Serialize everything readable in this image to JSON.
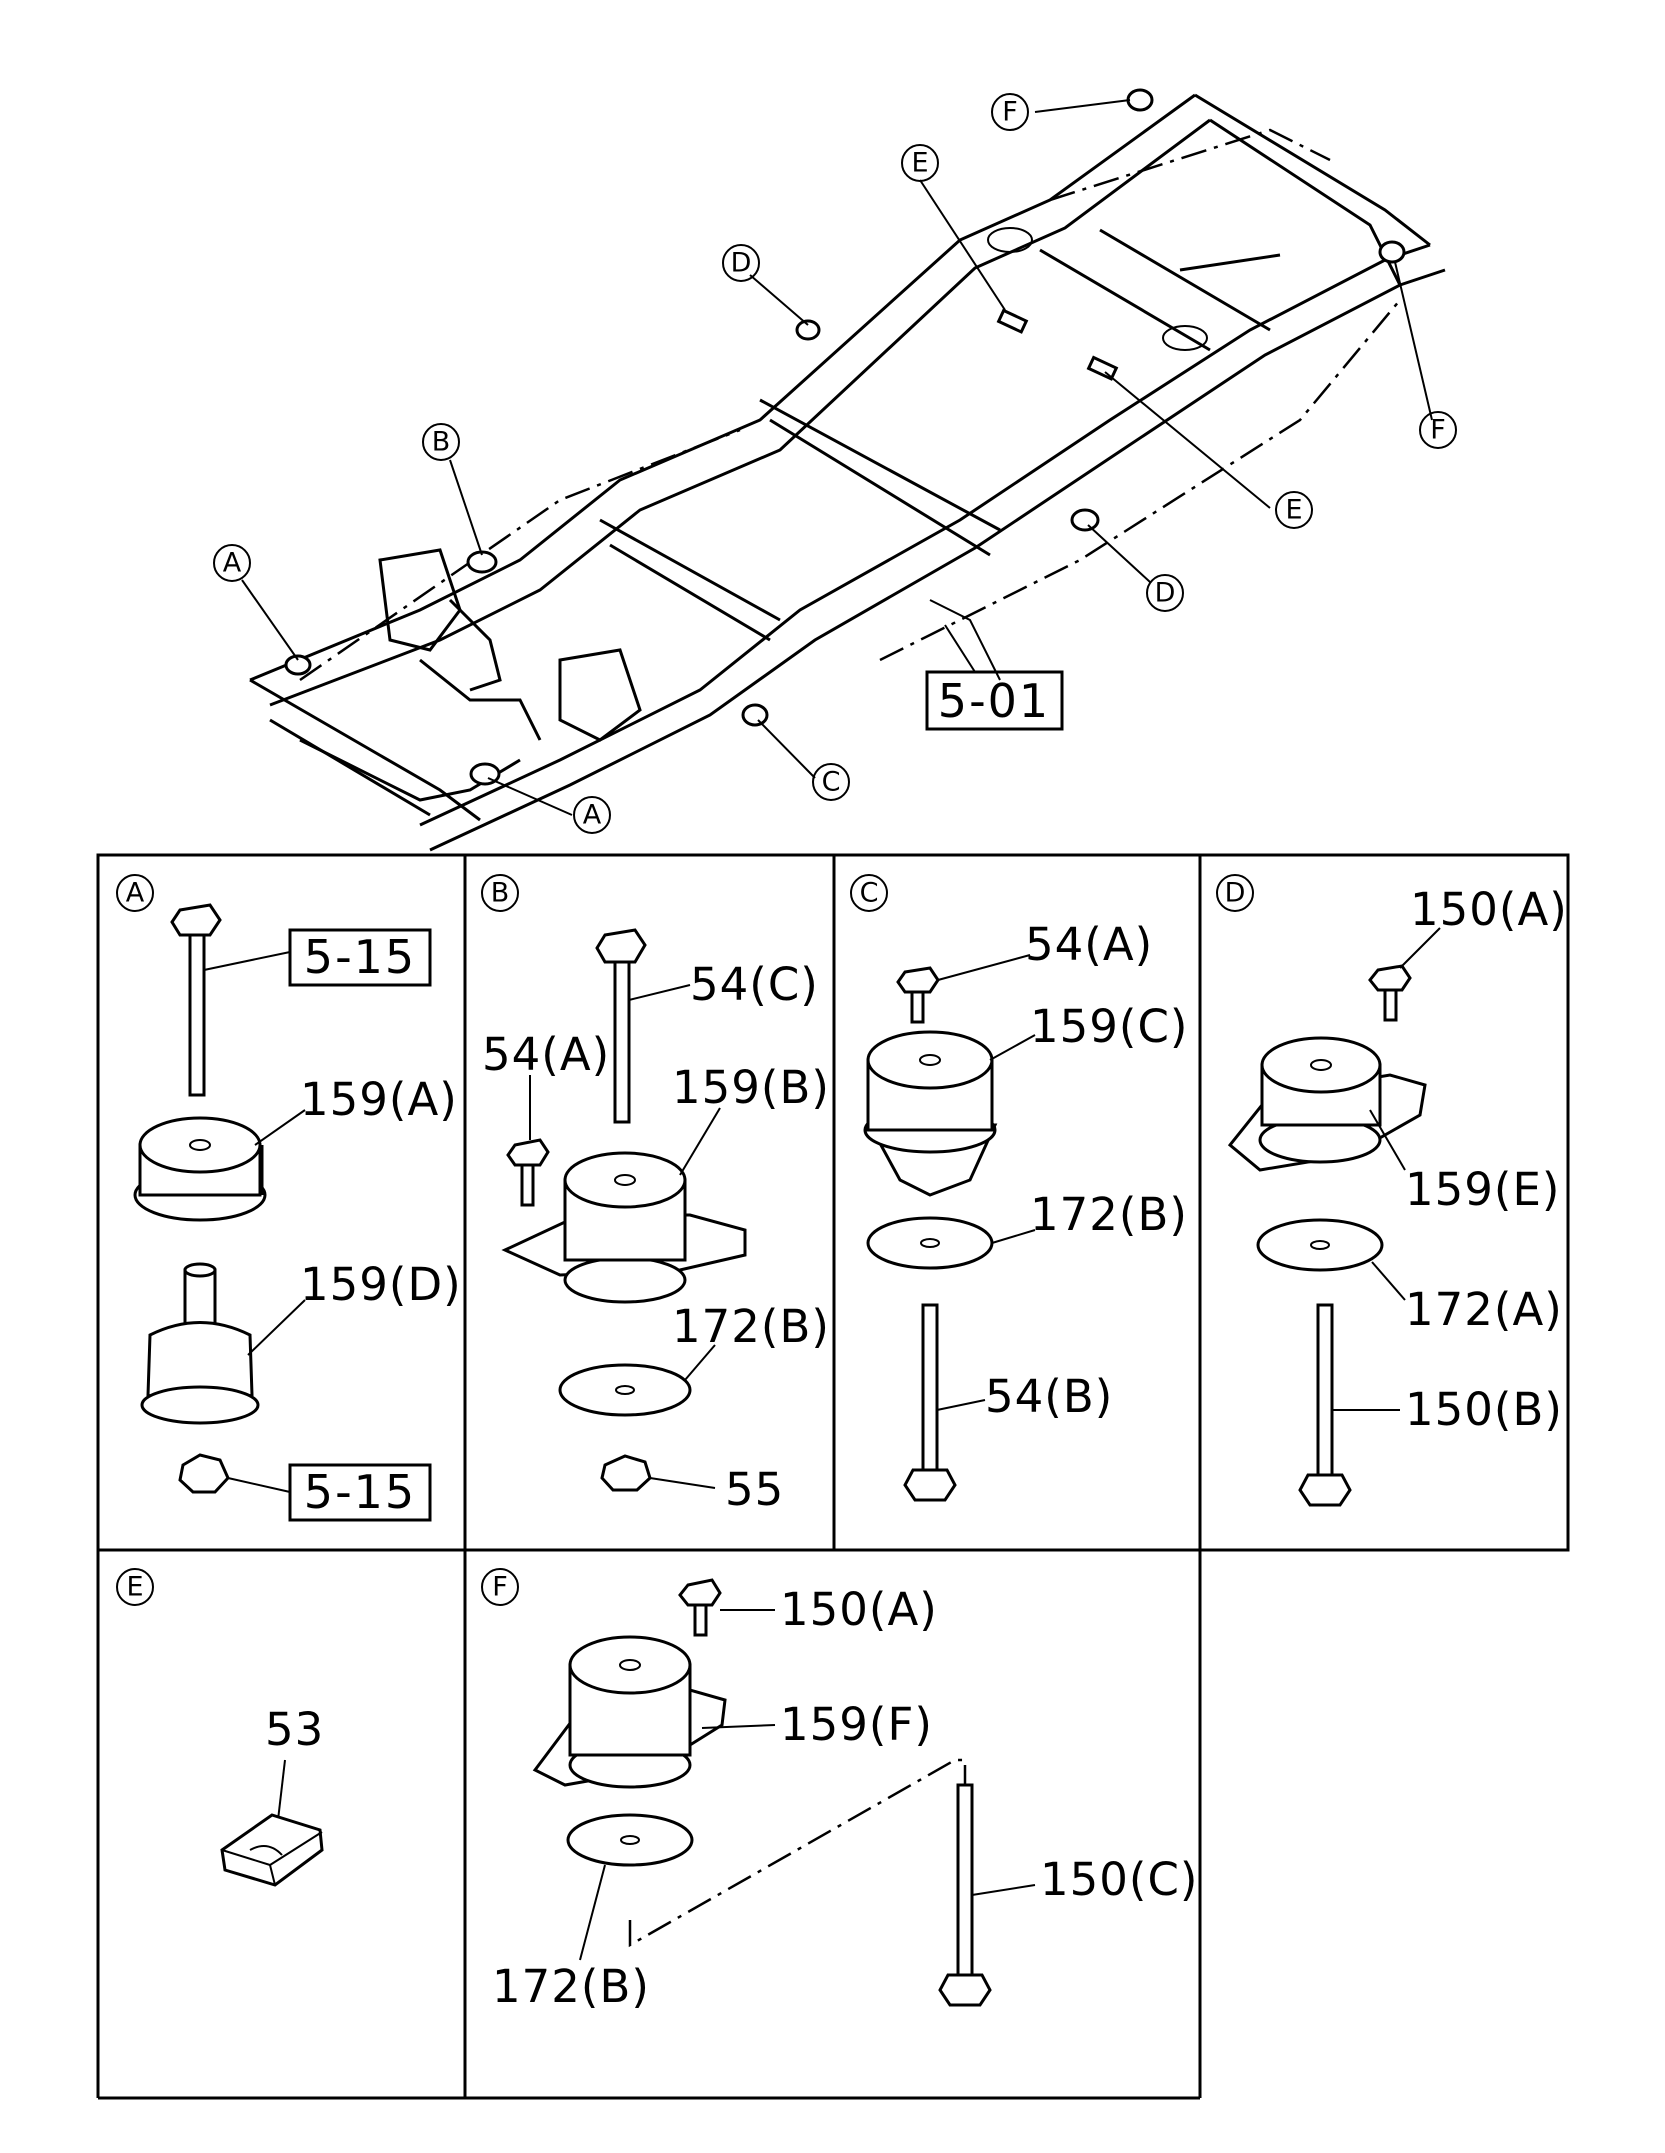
{
  "overview": {
    "frame_ref": "5-01",
    "callouts": [
      "A",
      "A",
      "B",
      "C",
      "D",
      "D",
      "E",
      "E",
      "F",
      "F"
    ]
  },
  "panels": [
    {
      "id": "A",
      "labels": [
        "5-15",
        "159(A)",
        "159(D)",
        "5-15"
      ]
    },
    {
      "id": "B",
      "labels": [
        "54(C)",
        "54(A)",
        "159(B)",
        "172(B)",
        "55"
      ]
    },
    {
      "id": "C",
      "labels": [
        "54(A)",
        "159(C)",
        "172(B)",
        "54(B)"
      ]
    },
    {
      "id": "D",
      "labels": [
        "150(A)",
        "159(E)",
        "172(A)",
        "150(B)"
      ]
    },
    {
      "id": "E",
      "labels": [
        "53"
      ]
    },
    {
      "id": "F",
      "labels": [
        "150(A)",
        "159(F)",
        "150(C)",
        "172(B)"
      ]
    }
  ]
}
